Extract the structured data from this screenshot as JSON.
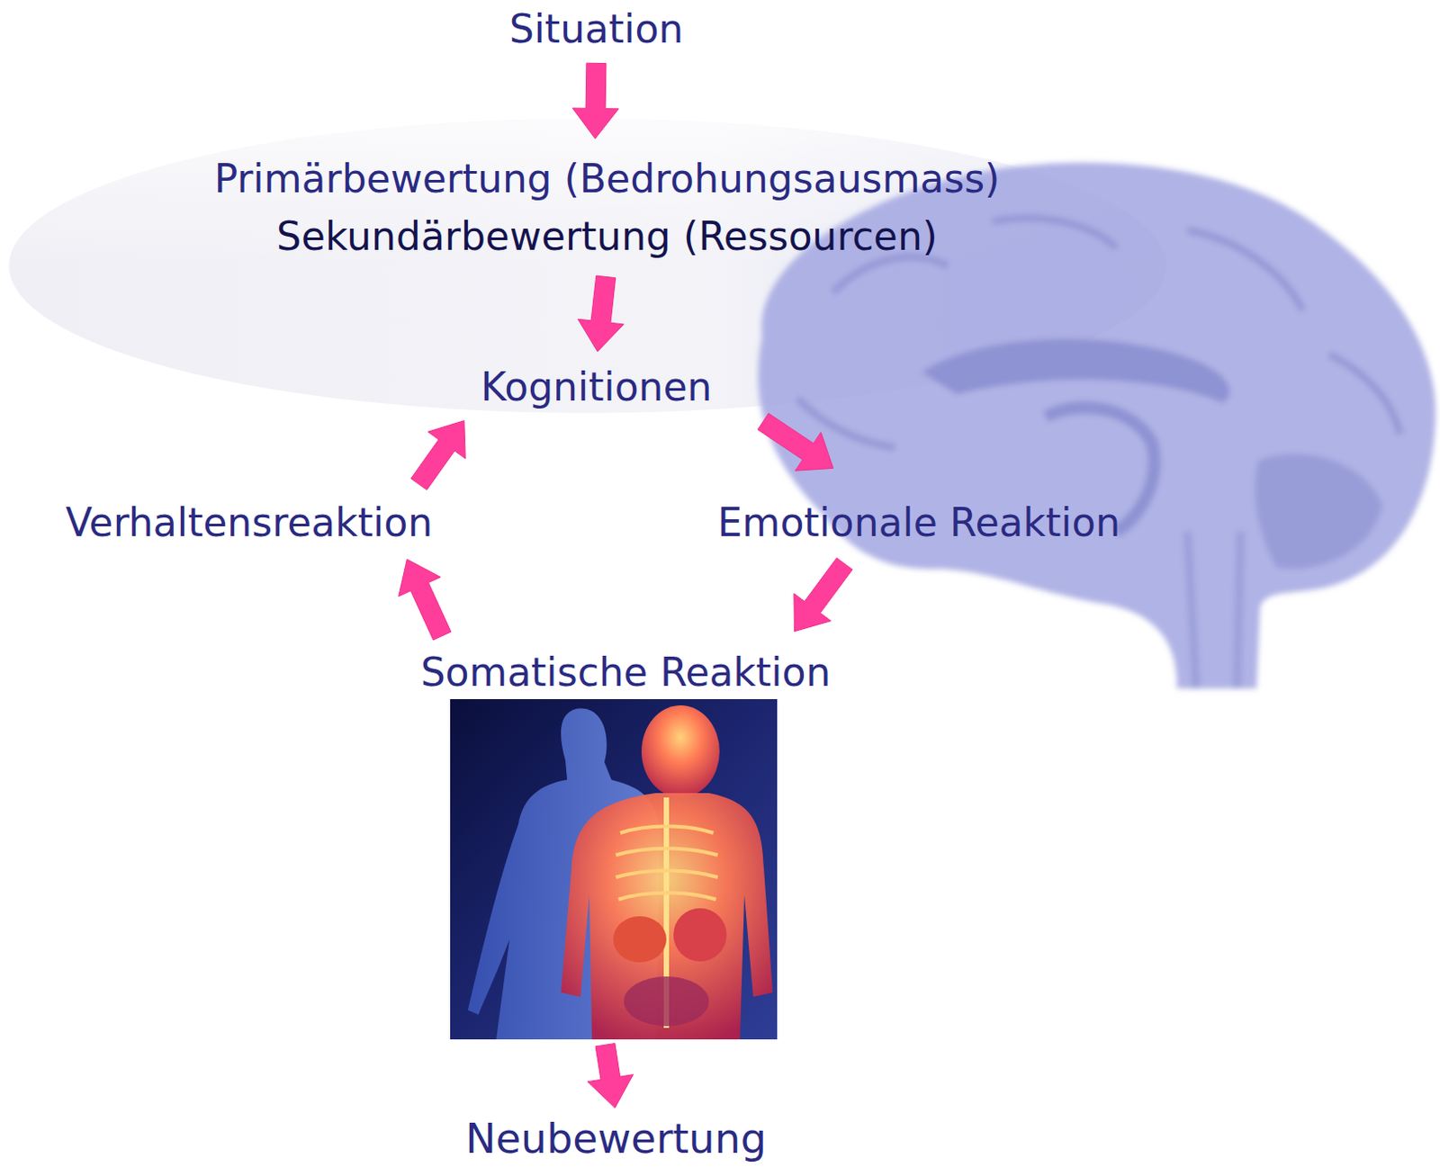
{
  "diagram": {
    "nodes": [
      {
        "text": [
          "Situation"
        ]
      },
      {
        "text": [
          "Primärbewertung (Bedrohungsausmass)",
          "Sekundärbewertung (Ressourcen)"
        ]
      },
      {
        "text": [
          "Kognitionen"
        ]
      },
      {
        "text": [
          "Verhaltensreaktion"
        ]
      },
      {
        "text": [
          "Emotionale Reaktion"
        ]
      },
      {
        "text": [
          "Somatische Reaktion"
        ]
      },
      {
        "text": [
          "Neubewertung"
        ]
      }
    ],
    "edges": [
      {
        "from": 0,
        "to": 1,
        "arrow": "to"
      },
      {
        "from": 1,
        "to": 2,
        "arrow": "to"
      },
      {
        "from": 2,
        "to": 4,
        "arrow": "to"
      },
      {
        "from": 4,
        "to": 5,
        "arrow": "to"
      },
      {
        "from": 5,
        "to": 3,
        "arrow": "to"
      },
      {
        "from": 3,
        "to": 2,
        "arrow": "to"
      },
      {
        "from": 5,
        "to": 6,
        "arrow": "to"
      }
    ]
  }
}
